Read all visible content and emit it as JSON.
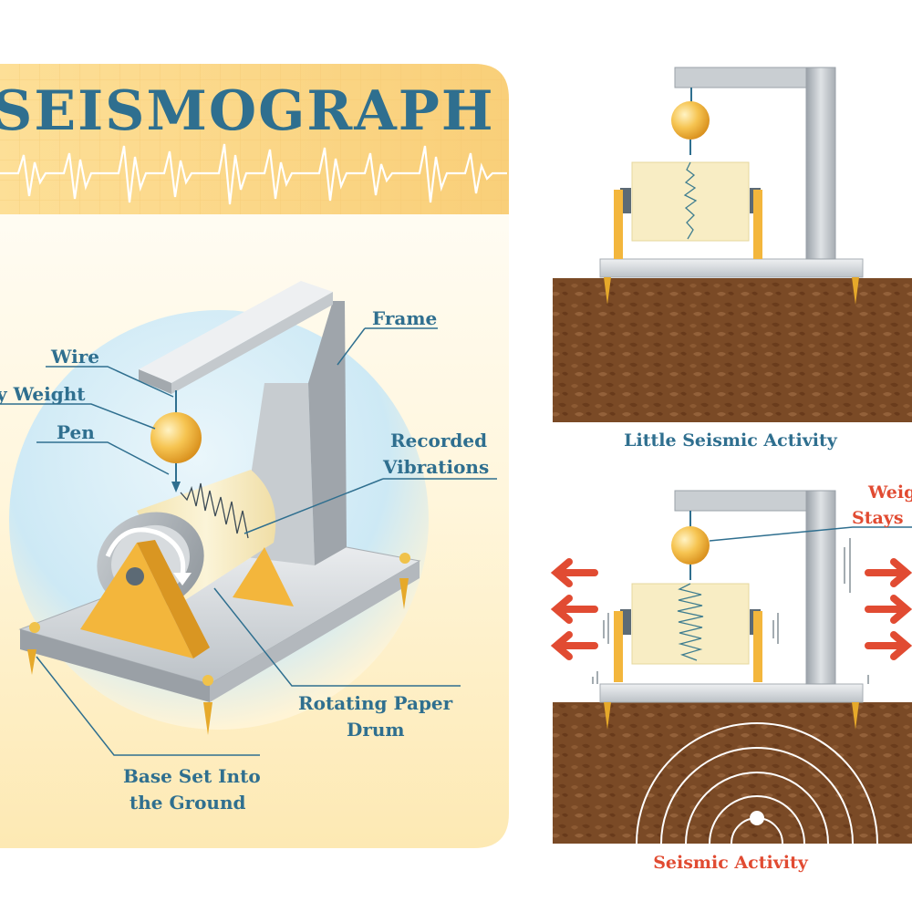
{
  "title": "SEISMOGRAPH",
  "labels": {
    "frame": "Frame",
    "wire": "Wire",
    "weight": "y Weight",
    "pen": "Pen",
    "recorded_1": "Recorded",
    "recorded_2": "Vibrations",
    "drum_1": "Rotating Paper",
    "drum_2": "Drum",
    "base_1": "Base Set Into",
    "base_2": "the Ground"
  },
  "panels": {
    "top_caption": "Little Seismic Activity",
    "bottom_caption": "Seismic Activity",
    "weight_note_1": "Weig",
    "weight_note_2": "Stays"
  },
  "colors": {
    "label_blue": "#2f6f8f",
    "alert_red": "#e14b32",
    "banner": "#fbd98a",
    "soil": "#7a4a26",
    "metal": "#b9bec4",
    "weight_gold": "#f3b63c",
    "paper": "#f8edc4"
  },
  "icons": {
    "arrow": "arrow-left-icon / arrow-right-icon",
    "rotation": "rotation-arrow-icon"
  }
}
